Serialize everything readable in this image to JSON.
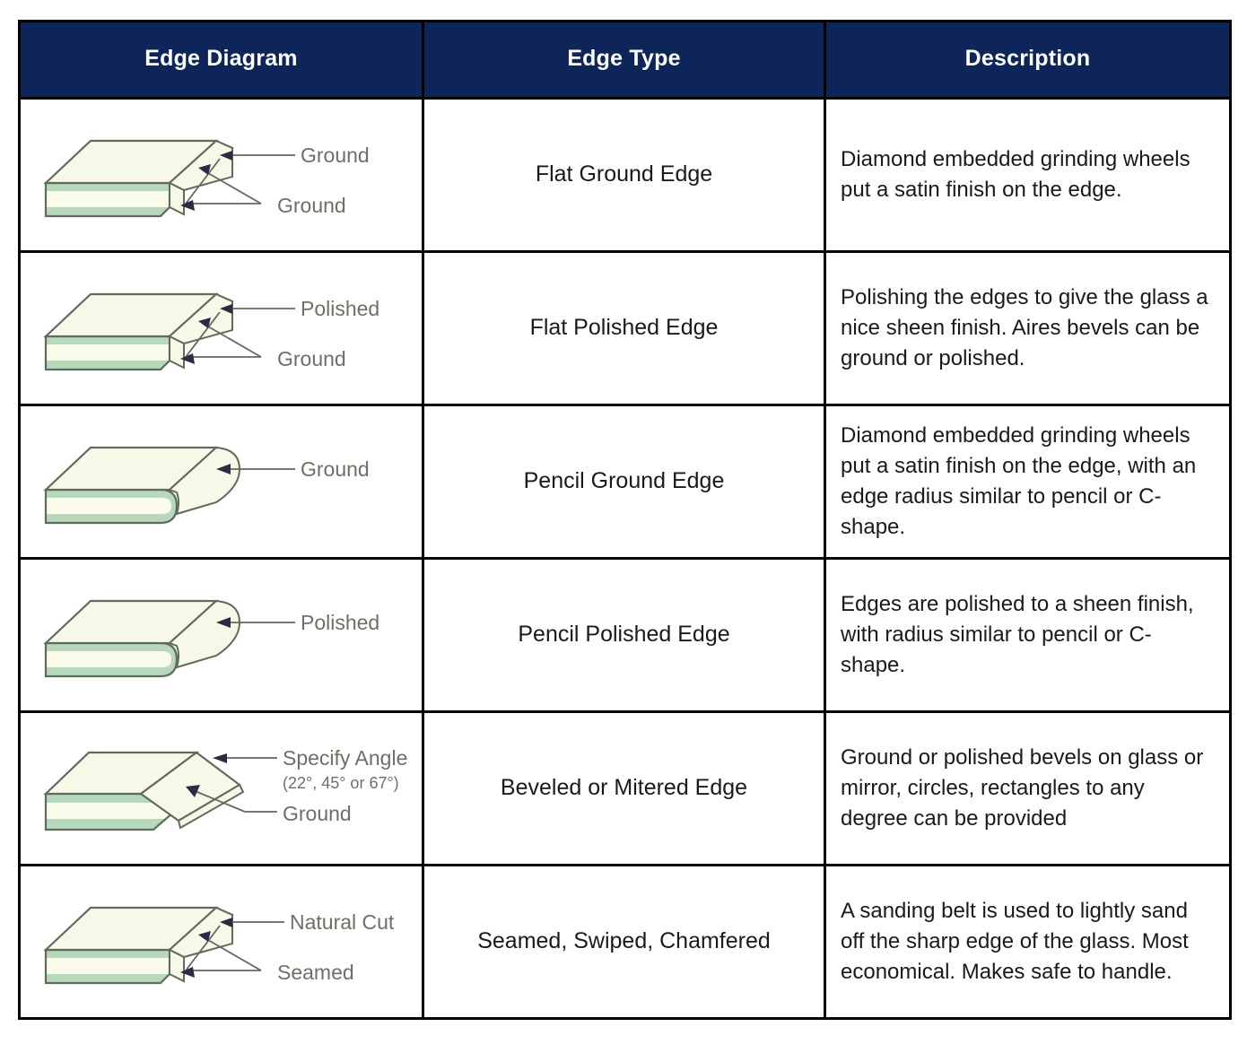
{
  "table": {
    "headers": {
      "diagram": "Edge Diagram",
      "type": "Edge Type",
      "description": "Description"
    },
    "rows": [
      {
        "id": "flat-ground-edge",
        "type": "Flat Ground Edge",
        "description": "Diamond embedded grinding wheels put a satin finish on the edge.",
        "diagram": {
          "style": "chamfered-double",
          "labels": [
            {
              "text": "Ground",
              "position": "upper"
            },
            {
              "text": "Ground",
              "position": "lower"
            }
          ]
        }
      },
      {
        "id": "flat-polished-edge",
        "type": "Flat Polished Edge",
        "description": "Polishing the edges to give the glass a nice sheen finish.  Aires bevels can be ground or polished.",
        "diagram": {
          "style": "chamfered-double",
          "labels": [
            {
              "text": "Polished",
              "position": "upper"
            },
            {
              "text": "Ground",
              "position": "lower"
            }
          ]
        }
      },
      {
        "id": "pencil-ground-edge",
        "type": "Pencil Ground Edge",
        "description": "Diamond embedded grinding wheels put a satin finish on the edge, with an edge radius similar to pencil or C-shape.",
        "diagram": {
          "style": "bullnose",
          "labels": [
            {
              "text": "Ground",
              "position": "single"
            }
          ]
        }
      },
      {
        "id": "pencil-polished-edge",
        "type": "Pencil Polished Edge",
        "description": "Edges are polished to a sheen finish, with radius similar to pencil or C-shape.",
        "diagram": {
          "style": "bullnose",
          "labels": [
            {
              "text": "Polished",
              "position": "single"
            }
          ]
        }
      },
      {
        "id": "beveled-or-mitered-edge",
        "type": "Beveled or Mitered Edge",
        "description": "Ground or polished bevels on glass or mirror, circles, rectangles to any degree can be provided",
        "diagram": {
          "style": "beveled",
          "labels": [
            {
              "text": "Specify Angle",
              "position": "upper"
            },
            {
              "text": "(22°, 45° or 67°)",
              "position": "upper-sub"
            },
            {
              "text": "Ground",
              "position": "lower"
            }
          ]
        }
      },
      {
        "id": "seamed-swiped-chamfered",
        "type": "Seamed, Swiped, Chamfered",
        "description": "A sanding belt is used to lightly sand off the sharp edge of the glass.  Most economical.  Makes safe to handle.",
        "diagram": {
          "style": "chamfered-double",
          "labels": [
            {
              "text": "Natural Cut",
              "position": "upper"
            },
            {
              "text": "Seamed",
              "position": "lower"
            }
          ]
        }
      }
    ]
  },
  "colors": {
    "header_background": "#0d2559",
    "header_text": "#ffffff",
    "border": "#000000",
    "glass_top_face": "#f8f8e8",
    "glass_green_band": "#b8d8bc",
    "glass_light_band": "#fbfbec",
    "diagram_outline": "#5f6b5c",
    "label_text": "#6f6f66",
    "leader_line": "#6b6560"
  }
}
